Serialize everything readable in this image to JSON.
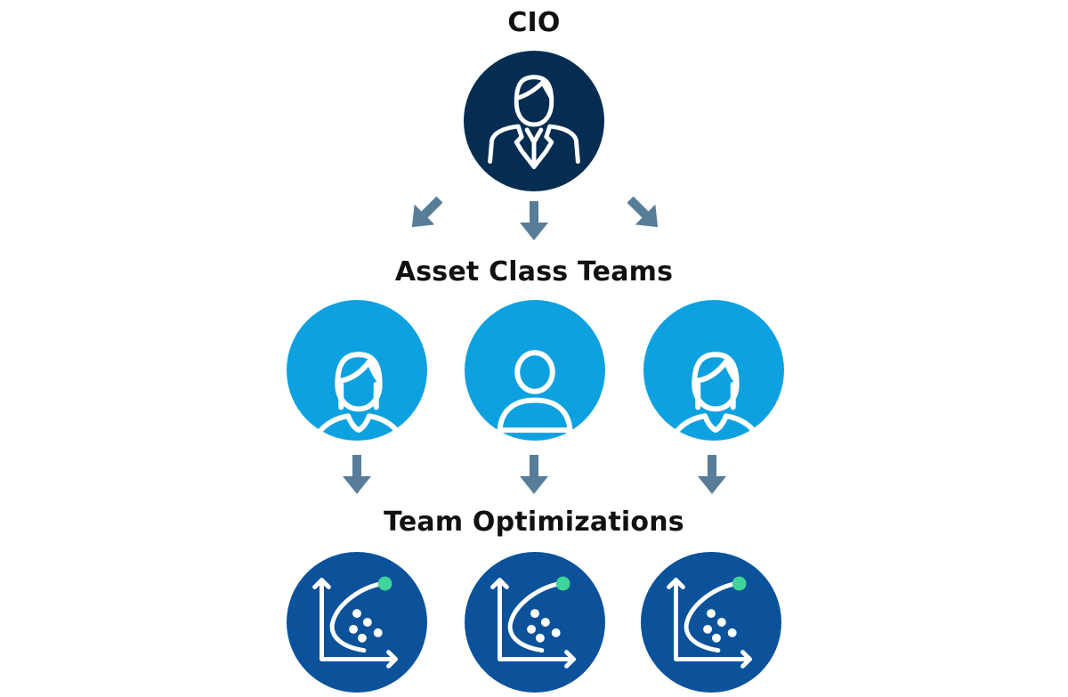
{
  "levels": {
    "top": {
      "label": "CIO"
    },
    "middle": {
      "label": "Asset Class Teams"
    },
    "bottom": {
      "label": "Team Optimizations"
    }
  },
  "colors": {
    "cio_node": "#052d52",
    "team_node": "#0da1e0",
    "optimization_node": "#0b529b",
    "arrow": "#587d99",
    "highlight_dot": "#3fd49b",
    "icon_stroke": "#ffffff"
  },
  "icons": {
    "cio": "businessman-icon",
    "teams": [
      "woman-icon",
      "person-icon",
      "woman-icon"
    ],
    "optimizations": [
      "efficient-frontier-chart-icon",
      "efficient-frontier-chart-icon",
      "efficient-frontier-chart-icon"
    ]
  }
}
